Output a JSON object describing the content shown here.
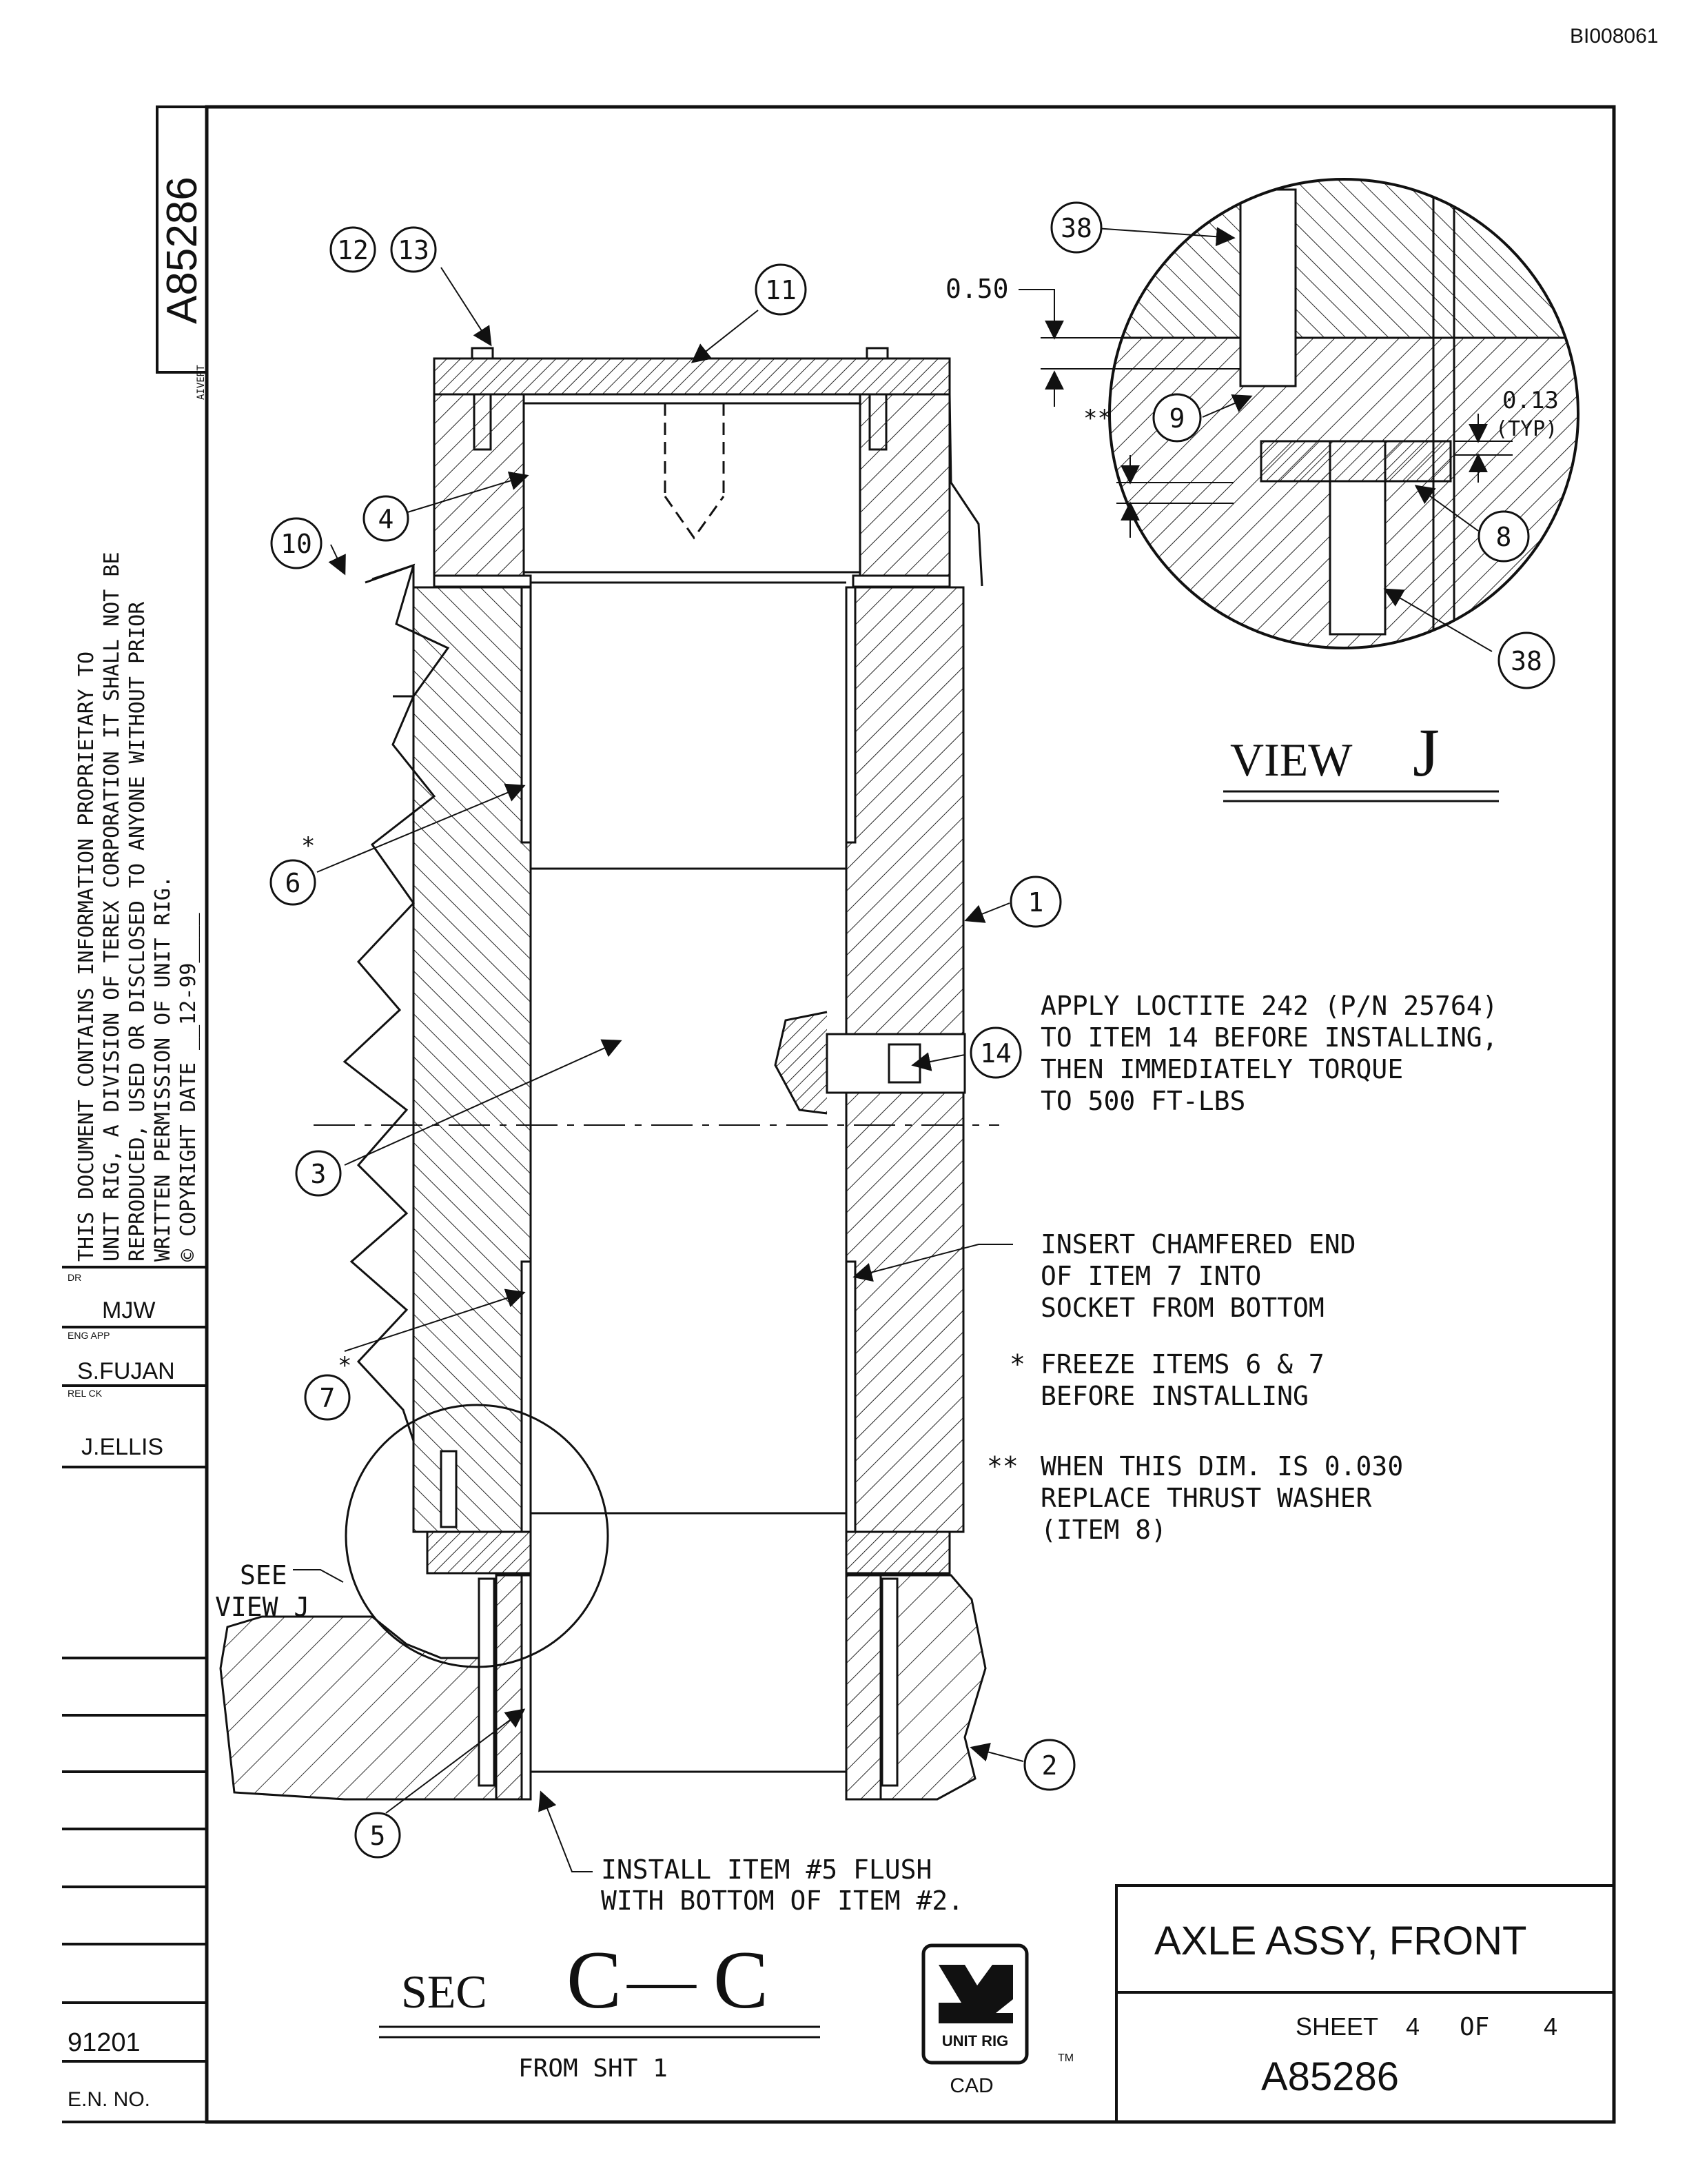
{
  "doc_id": "BI008061",
  "side_drawing_no": "A85286",
  "side_tag": "AIVERT",
  "proprietary_lines": [
    "THIS DOCUMENT CONTAINS INFORMATION PROPRIETARY TO",
    "UNIT RIG, A DIVISION OF TEREX CORPORATION IT SHALL NOT BE",
    "REPRODUCED, USED OR DISCLOSED TO ANYONE WITHOUT PRIOR",
    "WRITTEN PERMISSION OF UNIT RIG.",
    "© COPYRIGHT DATE __12-99____"
  ],
  "signoffs": {
    "dr_label": "DR",
    "dr_value": "MJW",
    "eng_label": "ENG APP",
    "eng_value": "S.FUJAN",
    "rel_label": "REL CK",
    "rel_value": "J.ELLIS"
  },
  "en_value": "91201",
  "en_label": "E.N. NO.",
  "balloons": {
    "b1": "1",
    "b2": "2",
    "b3": "3",
    "b4": "4",
    "b5": "5",
    "b6": "6",
    "b7": "7",
    "b8": "8",
    "b9": "9",
    "b10": "10",
    "b11": "11",
    "b12": "12",
    "b13": "13",
    "b14": "14",
    "b38a": "38",
    "b38b": "38"
  },
  "dims": {
    "d050": "0.50",
    "d013": "0.13",
    "typ": "(TYP)",
    "dstar": "**"
  },
  "notes": {
    "loctite": [
      "APPLY LOCTITE 242 (P/N 25764)",
      "TO ITEM 14 BEFORE INSTALLING,",
      "THEN IMMEDIATELY TORQUE",
      "TO 500 FT-LBS"
    ],
    "chamfer": [
      "INSERT CHAMFERED END",
      "OF ITEM 7 INTO",
      "SOCKET FROM BOTTOM"
    ],
    "freeze_mark": "*",
    "freeze": [
      "FREEZE ITEMS 6 & 7",
      "BEFORE INSTALLING"
    ],
    "thrust_mark": "**",
    "thrust": [
      "WHEN THIS DIM. IS 0.030",
      "REPLACE THRUST WASHER",
      "(ITEM 8)"
    ],
    "install5": [
      "INSTALL ITEM #5 FLUSH",
      "WITH BOTTOM OF ITEM #2."
    ],
    "see_view": [
      "SEE",
      "VIEW J"
    ],
    "star6": "*",
    "star7": "*"
  },
  "view_j": {
    "word": "VIEW",
    "letter": "J"
  },
  "section": {
    "word": "SEC",
    "letter1": "C",
    "dash": "—",
    "letter2": "C",
    "from": "FROM SHT 1"
  },
  "title_block": {
    "title": "AXLE ASSY, FRONT",
    "sheet_label": "SHEET",
    "sheet_no": "4",
    "of_label": "OF",
    "sheet_total": "4",
    "drawing_no": "A85286"
  },
  "logo": {
    "text": "UNIT RIG",
    "sub": "CAD",
    "tm": "TM"
  }
}
